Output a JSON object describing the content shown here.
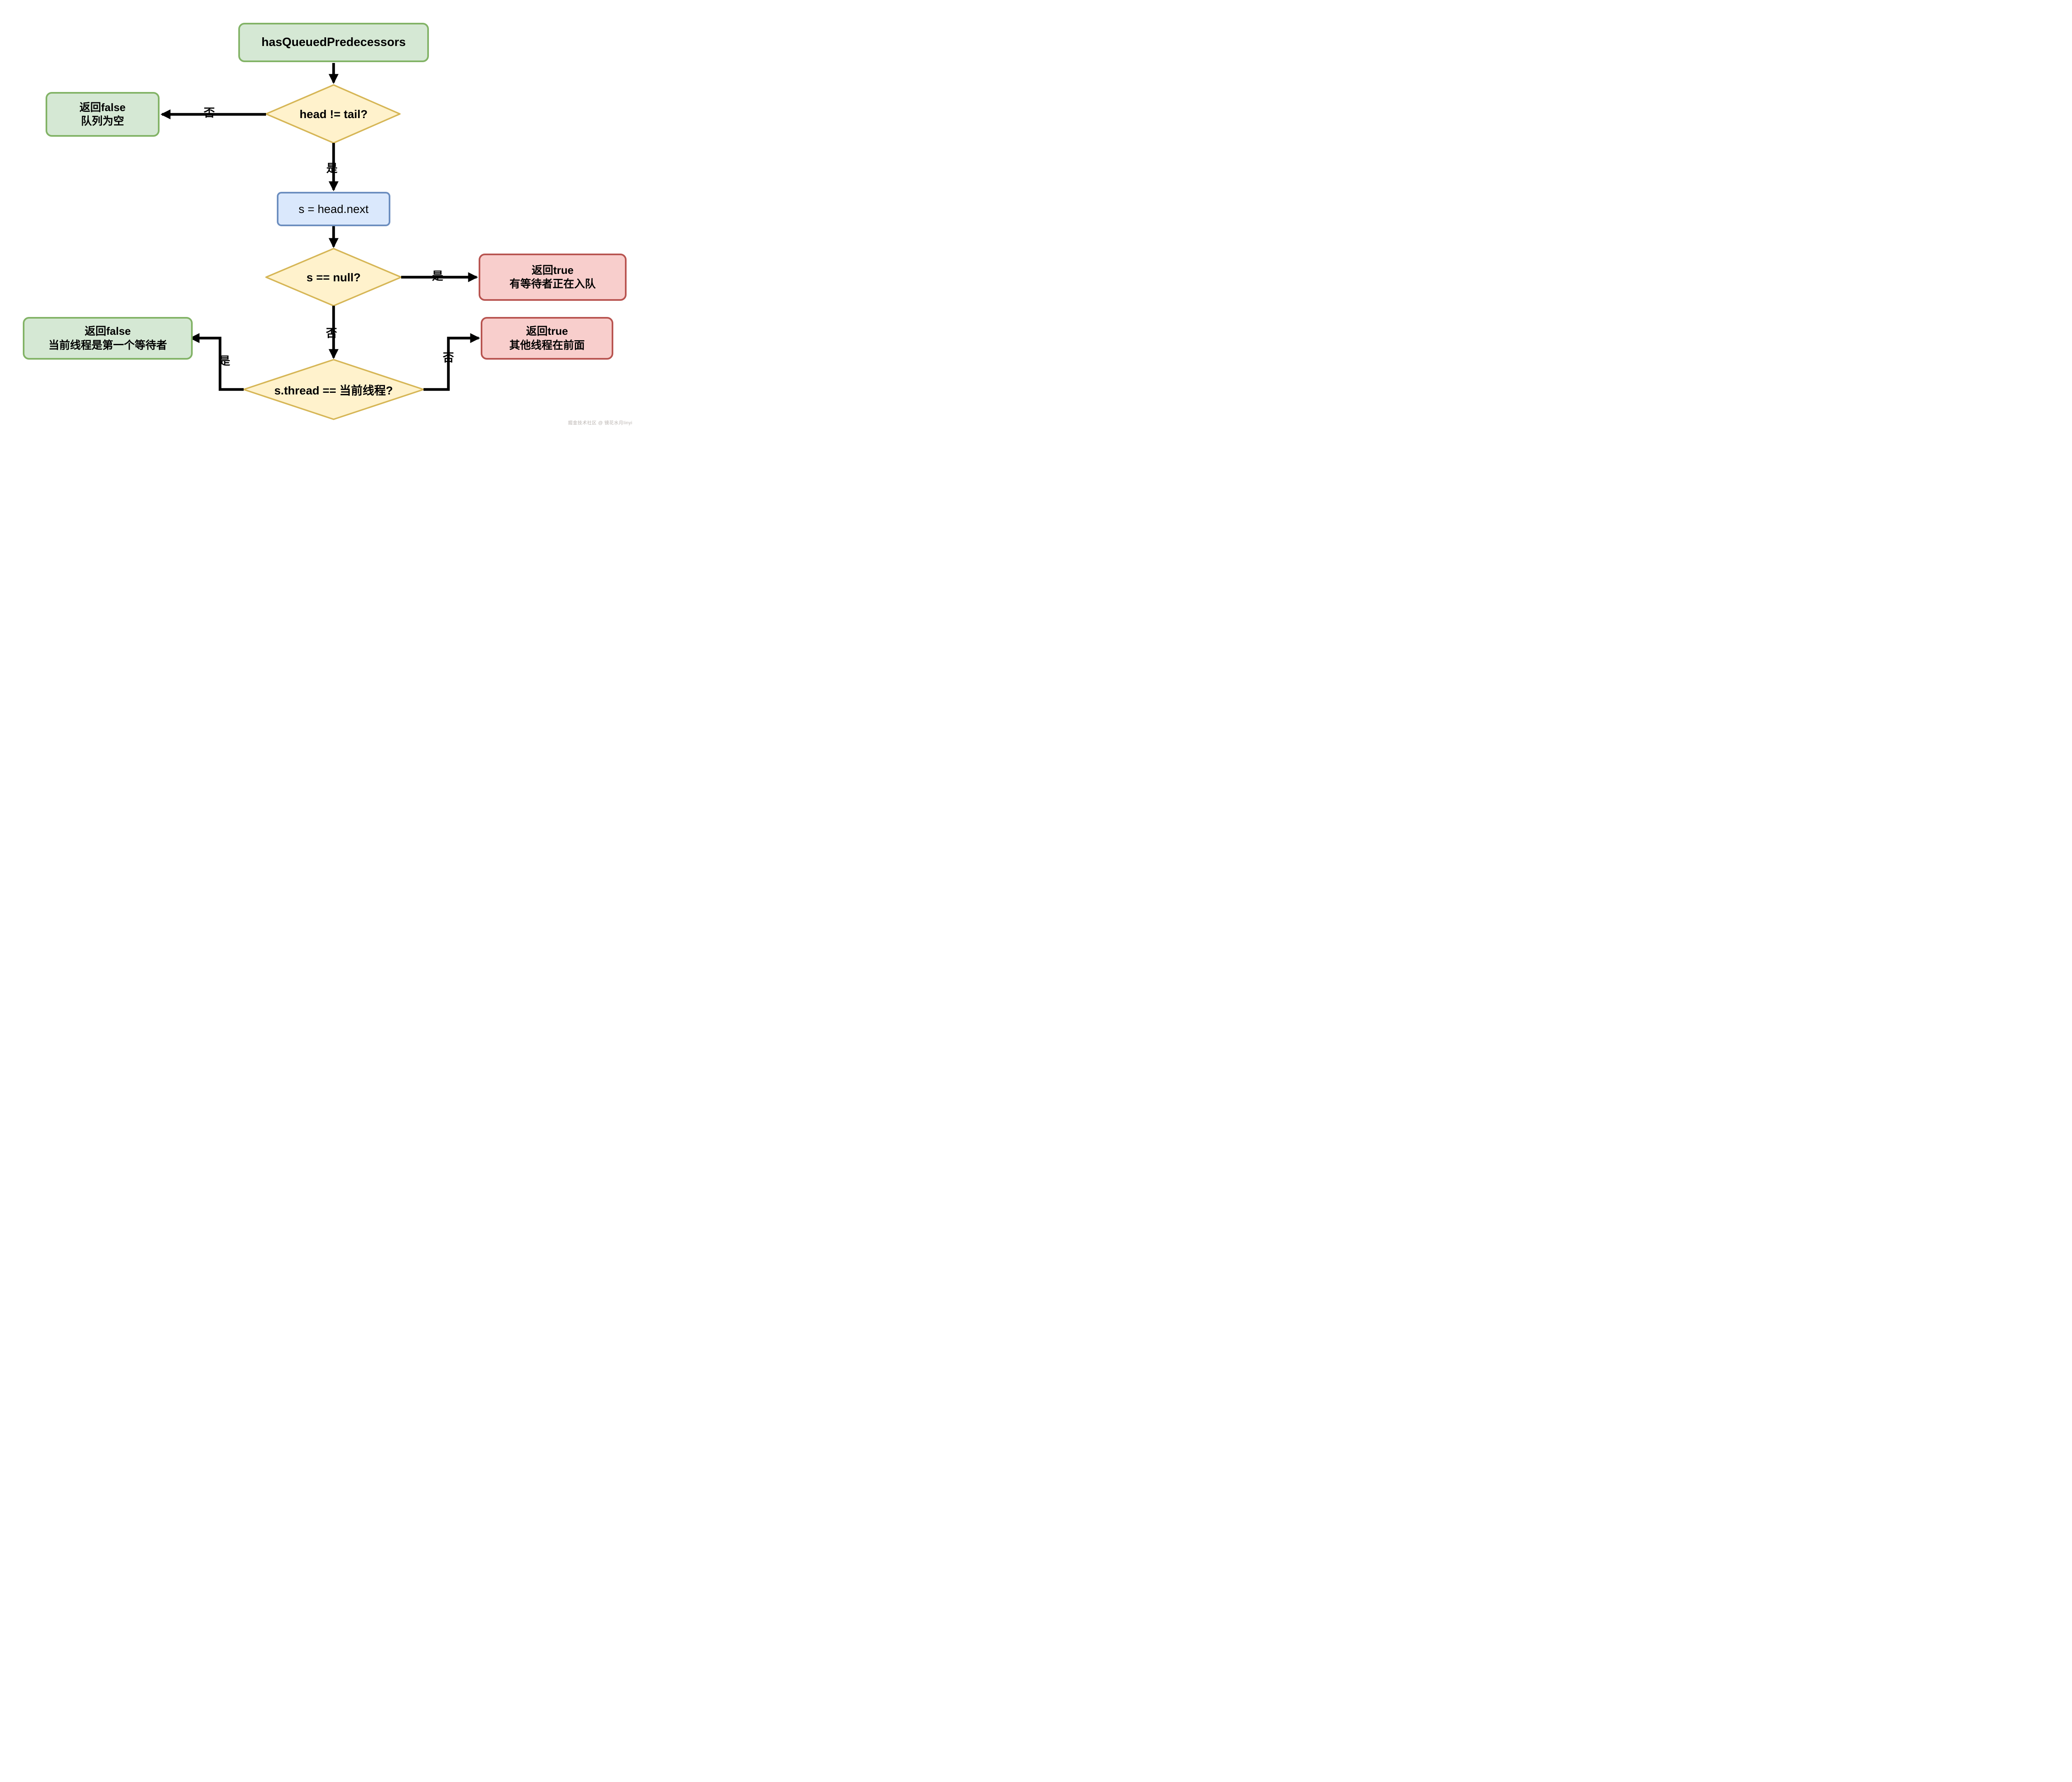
{
  "flowchart": {
    "nodes": {
      "start": {
        "label": "hasQueuedPredecessors",
        "fill": "#d5e8d4",
        "stroke": "#82b366"
      },
      "check_head_tail": {
        "label": "head != tail?",
        "fill": "#fff2cc",
        "stroke": "#d6b656"
      },
      "return_false_queue_empty": {
        "lines": [
          "返回false",
          "队列为空"
        ],
        "fill": "#d5e8d4",
        "stroke": "#82b366"
      },
      "assign_s": {
        "label": "s = head.next",
        "fill": "#dae8fc",
        "stroke": "#6c8ebf"
      },
      "check_s_null": {
        "label": "s == null?",
        "fill": "#fff2cc",
        "stroke": "#d6b656"
      },
      "return_true_waiter_enqueuing": {
        "lines": [
          "返回true",
          "有等待者正在入队"
        ],
        "fill": "#f8cecc",
        "stroke": "#b85450"
      },
      "check_s_thread_current": {
        "label": "s.thread == 当前线程?",
        "fill": "#fff2cc",
        "stroke": "#d6b656"
      },
      "return_false_first_waiter": {
        "lines": [
          "返回false",
          "当前线程是第一个等待者"
        ],
        "fill": "#d5e8d4",
        "stroke": "#82b366"
      },
      "return_true_others_ahead": {
        "lines": [
          "返回true",
          "其他线程在前面"
        ],
        "fill": "#f8cecc",
        "stroke": "#b85450"
      }
    },
    "edges": {
      "head_tail_no": "否",
      "head_tail_yes": "是",
      "s_null_yes": "是",
      "s_null_no": "否",
      "s_thread_yes": "是",
      "s_thread_no": "否"
    },
    "line_color": "#000000"
  },
  "watermark": {
    "text": "掘金技术社区 @ 镜花水月linyi"
  }
}
